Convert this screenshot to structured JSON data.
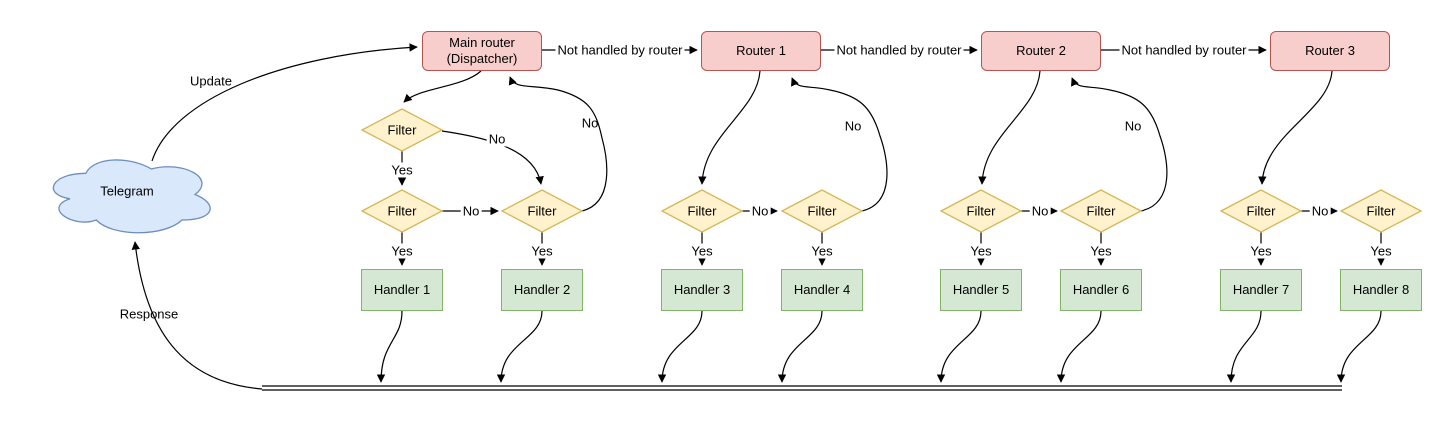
{
  "colors": {
    "router_fill": "#f8cecc",
    "router_stroke": "#b85450",
    "filter_fill": "#fff2cc",
    "filter_stroke": "#d6b656",
    "handler_fill": "#d5e8d4",
    "handler_stroke": "#82b366",
    "cloud_fill": "#dae8fc",
    "cloud_stroke": "#6c8ebf",
    "edge_color": "#000000"
  },
  "nodes": {
    "cloud": "Telegram",
    "routers": [
      {
        "label": "Main router (Dispatcher)"
      },
      {
        "label": "Router 1"
      },
      {
        "label": "Router 2"
      },
      {
        "label": "Router 3"
      }
    ],
    "filter_label": "Filter",
    "handlers": [
      {
        "label": "Handler 1"
      },
      {
        "label": "Handler 2"
      },
      {
        "label": "Handler 3"
      },
      {
        "label": "Handler 4"
      },
      {
        "label": "Handler 5"
      },
      {
        "label": "Handler 6"
      },
      {
        "label": "Handler 7"
      },
      {
        "label": "Handler 8"
      }
    ]
  },
  "edge_labels": {
    "update": "Update",
    "response": "Response",
    "not_handled": "Not handled by router",
    "yes": "Yes",
    "no": "No"
  }
}
